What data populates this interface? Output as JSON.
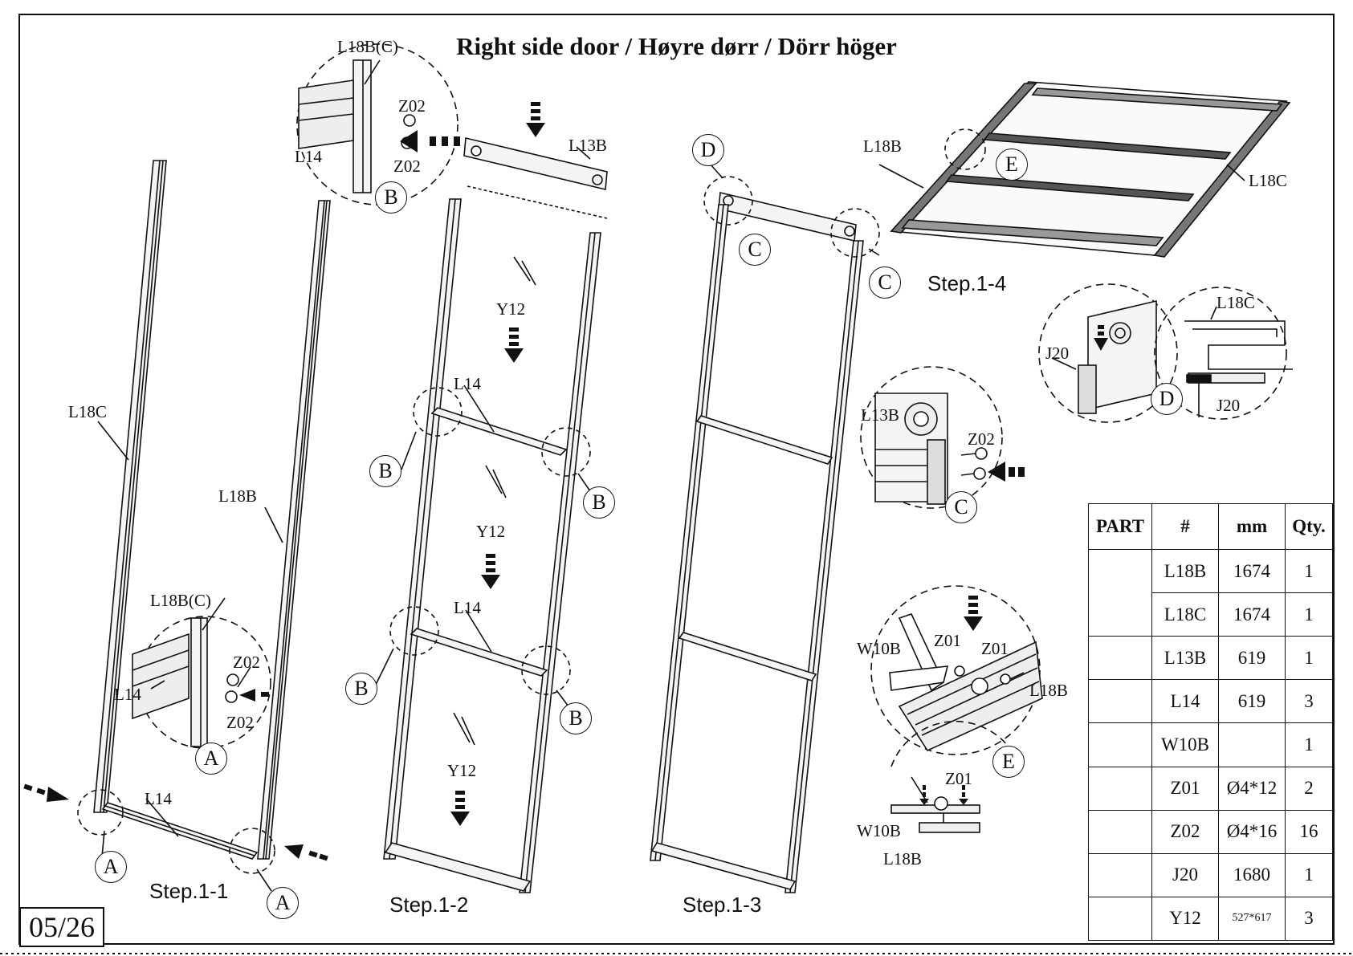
{
  "title": "Right side door / Høyre dørr / Dörr höger",
  "page_number": "05/26",
  "steps": {
    "s1": "Step.1-1",
    "s2": "Step.1-2",
    "s3": "Step.1-3",
    "s4": "Step.1-4"
  },
  "labels": {
    "l18bc_top": "L18B(C)",
    "z02_a": "Z02",
    "z02_b": "Z02",
    "l14_top": "L14",
    "l13b_top": "L13B",
    "l18c_left": "L18C",
    "l18b_left": "L18B",
    "l18bc_mid": "L18B(C)",
    "z02_c": "Z02",
    "z02_d": "Z02",
    "l14_mid": "L14",
    "l14_bottom": "L14",
    "y12_1": "Y12",
    "l14_s2a": "L14",
    "y12_2": "Y12",
    "l14_s2b": "L14",
    "y12_3": "Y12",
    "l18b_s4": "L18B",
    "l18c_s4": "L18C",
    "l18c_d": "L18C",
    "j20_a": "J20",
    "j20_b": "J20",
    "l13b_c": "L13B",
    "z02_e": "Z02",
    "w10b_a": "W10B",
    "z01_a": "Z01",
    "z01_b": "Z01",
    "l18b_e": "L18B",
    "z01_c": "Z01",
    "w10b_b": "W10B",
    "l18b_e2": "L18B"
  },
  "callouts": {
    "a": "A",
    "b": "B",
    "c": "C",
    "d": "D",
    "e": "E"
  },
  "parts_table": {
    "headers": [
      "PART",
      "#",
      "mm",
      "Qty."
    ],
    "rows": [
      {
        "icon": "profile-l18-icon",
        "id": "L18B",
        "mm": "1674",
        "qty": "1"
      },
      {
        "icon": "profile-l18-icon",
        "id": "L18C",
        "mm": "1674",
        "qty": "1"
      },
      {
        "icon": "profile-l13b-icon",
        "id": "L13B",
        "mm": "619",
        "qty": "1"
      },
      {
        "icon": "profile-l14-icon",
        "id": "L14",
        "mm": "619",
        "qty": "3"
      },
      {
        "icon": "latch-icon",
        "id": "W10B",
        "mm": "",
        "qty": "1"
      },
      {
        "icon": "short-screw-icon",
        "id": "Z01",
        "mm": "Ø4*12",
        "qty": "2"
      },
      {
        "icon": "long-screw-icon",
        "id": "Z02",
        "mm": "Ø4*16",
        "qty": "16"
      },
      {
        "icon": "strip-icon",
        "id": "J20",
        "mm": "1680",
        "qty": "1"
      },
      {
        "icon": "panel-icon",
        "id": "Y12",
        "mm": "527*617",
        "qty": "3"
      }
    ]
  }
}
